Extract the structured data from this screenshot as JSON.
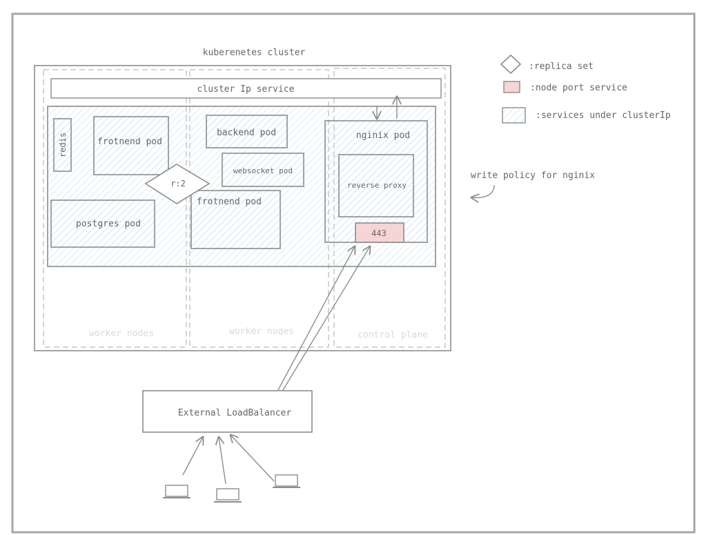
{
  "diagram": {
    "cluster_title": "kuberenetes cluster",
    "cluster_ip_service": "cluster Ip service",
    "zones": {
      "worker_1": "worker nodes",
      "worker_2": "worker nodes",
      "control": "control plane"
    },
    "pods": {
      "redis": "redis",
      "frontend_1": "frotnend pod",
      "postgres": "postgres pod",
      "backend": "backend pod",
      "websocket": "websocket pod",
      "frontend_2": "frotnend pod",
      "nginix": "nginix pod",
      "reverse_proxy": "reverse proxy",
      "port": "443"
    },
    "replica_label": "r:2",
    "load_balancer": "External LoadBalancer",
    "note": "write policy for nginix"
  },
  "legend": {
    "replica_set": ":replica set",
    "node_port": ":node port service",
    "cluster_ip": ":services under clusterIp"
  },
  "colors": {
    "stroke": "#8c8c8c",
    "hatch": "#cfe8ee",
    "nodeport_fill": "#f7d5d5",
    "dashed": "#d4d4d4",
    "text": "#666666"
  }
}
